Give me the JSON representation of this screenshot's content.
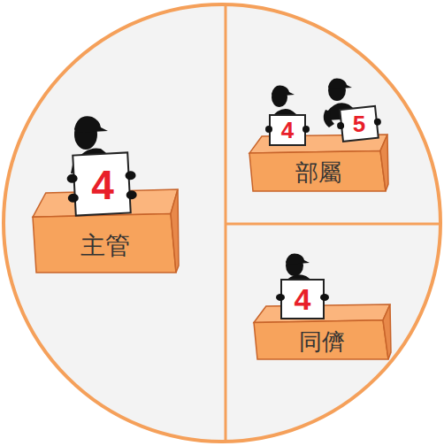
{
  "diagram": {
    "nodes": [
      {
        "text": [
          "主管"
        ]
      },
      {
        "text": [
          "部屬"
        ]
      },
      {
        "text": [
          "同儕"
        ]
      }
    ],
    "labels": [
      "4",
      "4",
      "5",
      "4"
    ]
  }
}
